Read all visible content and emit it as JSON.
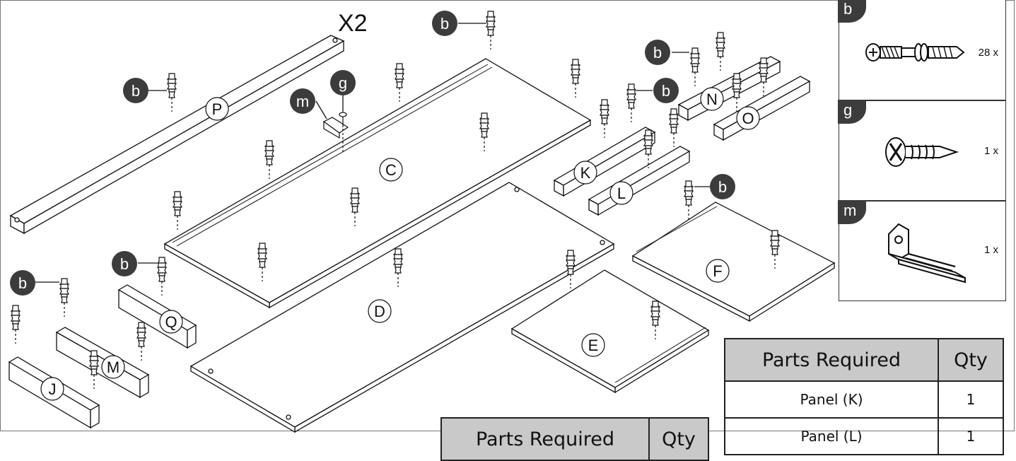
{
  "multiplier": "X2",
  "letters": {
    "P": "P",
    "C": "C",
    "D": "D",
    "E": "E",
    "F": "F",
    "J": "J",
    "M": "M",
    "Q": "Q",
    "K": "K",
    "L": "L",
    "N": "N",
    "O": "O"
  },
  "callouts": {
    "b": "b",
    "g": "g",
    "m": "m"
  },
  "hardware": [
    {
      "letter": "b",
      "qty": "28 x",
      "icon": "cam-bolt-icon"
    },
    {
      "letter": "g",
      "qty": "1 x",
      "icon": "screw-icon"
    },
    {
      "letter": "m",
      "qty": "1 x",
      "icon": "l-bracket-icon"
    }
  ],
  "table_right": {
    "header_part": "Parts Required",
    "header_qty": "Qty",
    "rows": [
      {
        "part": "Panel (K)",
        "qty": "1"
      },
      {
        "part": "Panel (L)",
        "qty": "1"
      }
    ]
  },
  "table_bottom": {
    "header_part": "Parts Required",
    "header_qty": "Qty"
  },
  "colors": {
    "callout_fill": "#3c3c3c",
    "table_header": "#c9c9c9",
    "line": "#222222"
  }
}
